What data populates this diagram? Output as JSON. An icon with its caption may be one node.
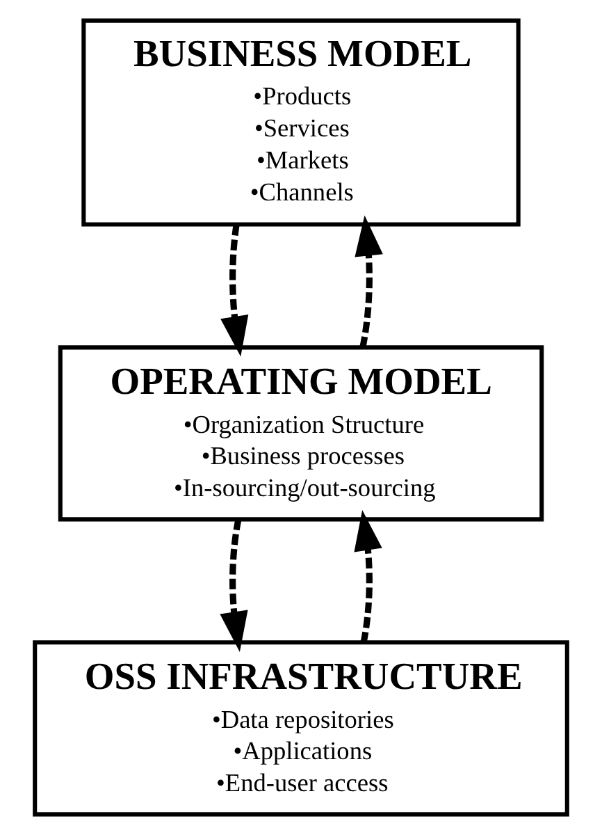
{
  "diagram": {
    "nodes": [
      {
        "text": [
          "BUSINESS MODEL",
          "•Products",
          "•Services",
          "•Markets",
          "•Channels"
        ]
      },
      {
        "text": [
          "OPERATING MODEL",
          "•Organization Structure",
          "•Business processes",
          "•In-sourcing/out-sourcing"
        ]
      },
      {
        "text": [
          "OSS INFRASTRUCTURE",
          "•Data repositories",
          "•Applications",
          "•End-user access"
        ]
      }
    ],
    "edges": [
      {
        "from": 0,
        "to": 1,
        "arrow": "to",
        "style": "dashed"
      },
      {
        "from": 1,
        "to": 0,
        "arrow": "to",
        "style": "dashed"
      },
      {
        "from": 1,
        "to": 2,
        "arrow": "to",
        "style": "dashed"
      },
      {
        "from": 2,
        "to": 1,
        "arrow": "to",
        "style": "dashed"
      }
    ]
  }
}
